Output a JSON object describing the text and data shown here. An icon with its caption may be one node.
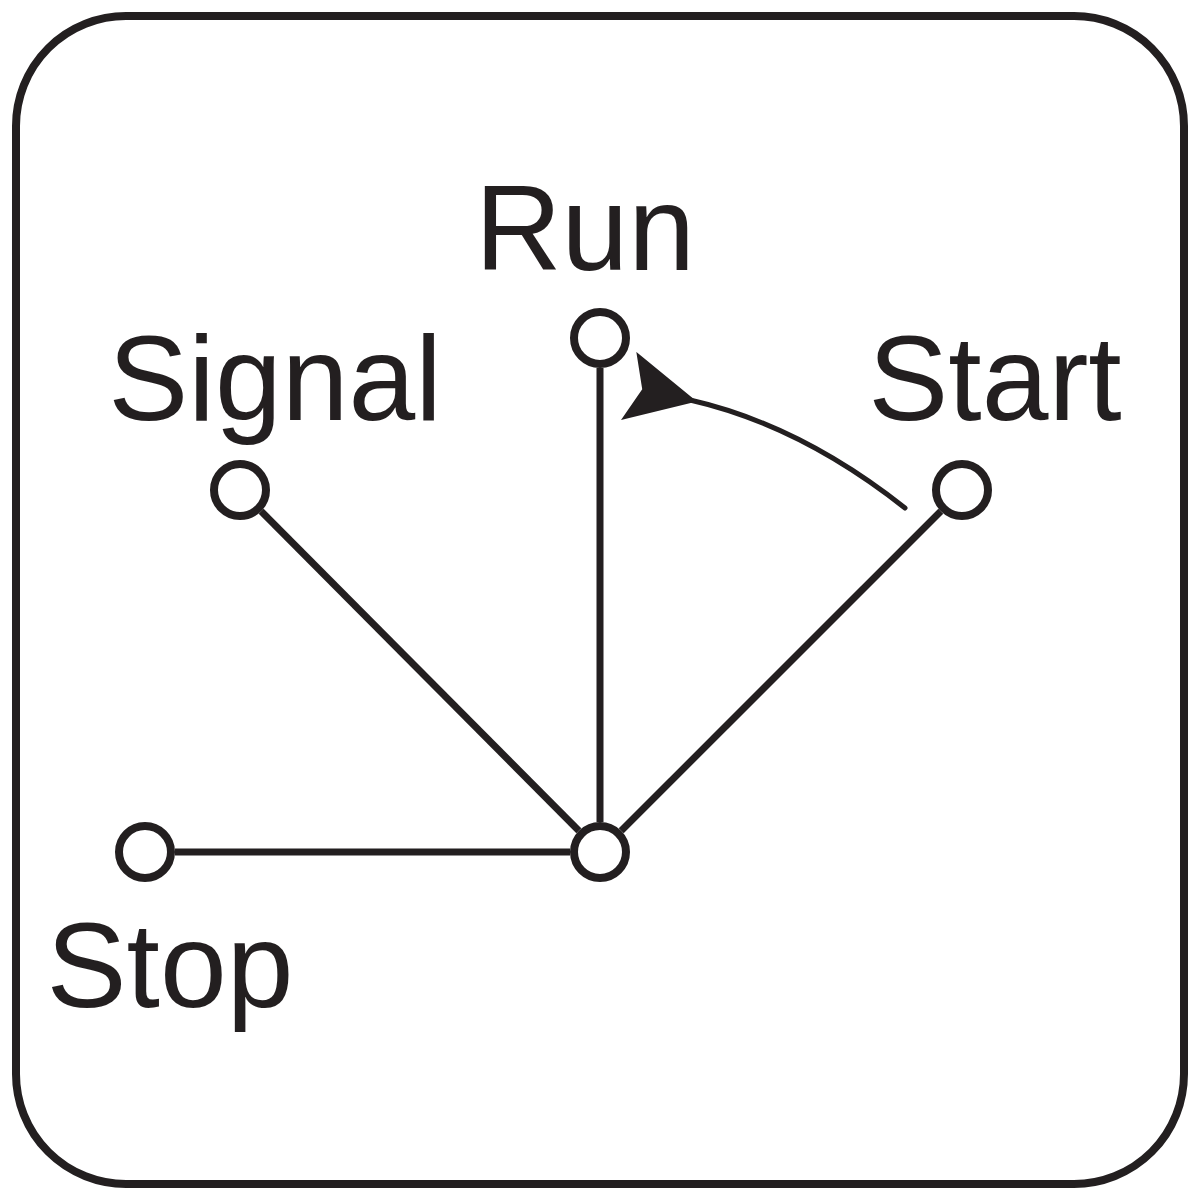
{
  "diagram": {
    "nodes": [
      {
        "text": [],
        "shape": "circle",
        "beside": [
          "Run"
        ]
      },
      {
        "text": [],
        "shape": "circle",
        "beside": [
          "Signal"
        ]
      },
      {
        "text": [],
        "shape": "circle",
        "beside": [
          "Start"
        ]
      },
      {
        "text": [],
        "shape": "circle",
        "beside": [
          "Stop"
        ]
      },
      {
        "text": [],
        "shape": "circle"
      }
    ],
    "edges": [
      {
        "from": 4,
        "to": 0,
        "arrow": "none"
      },
      {
        "from": 4,
        "to": 1,
        "arrow": "none"
      },
      {
        "from": 4,
        "to": 2,
        "arrow": "none"
      },
      {
        "from": 4,
        "to": 3,
        "arrow": "none"
      }
    ]
  }
}
